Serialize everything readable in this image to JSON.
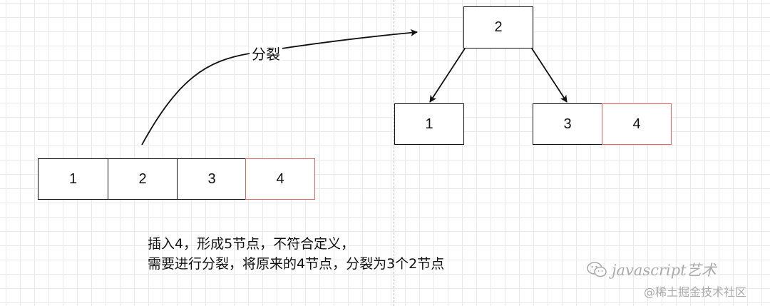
{
  "top_row": [
    {
      "value": "1",
      "new": false
    },
    {
      "value": "2",
      "new": false
    },
    {
      "value": "3",
      "new": false
    },
    {
      "value": "4",
      "new": true
    }
  ],
  "split_label": "分裂",
  "tree": {
    "root": "2",
    "left": [
      "1"
    ],
    "right": [
      {
        "value": "3",
        "new": false
      },
      {
        "value": "4",
        "new": true
      }
    ]
  },
  "note": {
    "line1": "插入4，形成5节点，不符合定义，",
    "line2": "需要进行分裂，将原来的4节点，分裂为3个2节点"
  },
  "watermark": {
    "name": "javascript艺术",
    "site": "@稀土掘金技术社区"
  },
  "colors": {
    "new_key_border": "#e06666",
    "node_border": "#111111",
    "grid": "#e9e9e9"
  }
}
